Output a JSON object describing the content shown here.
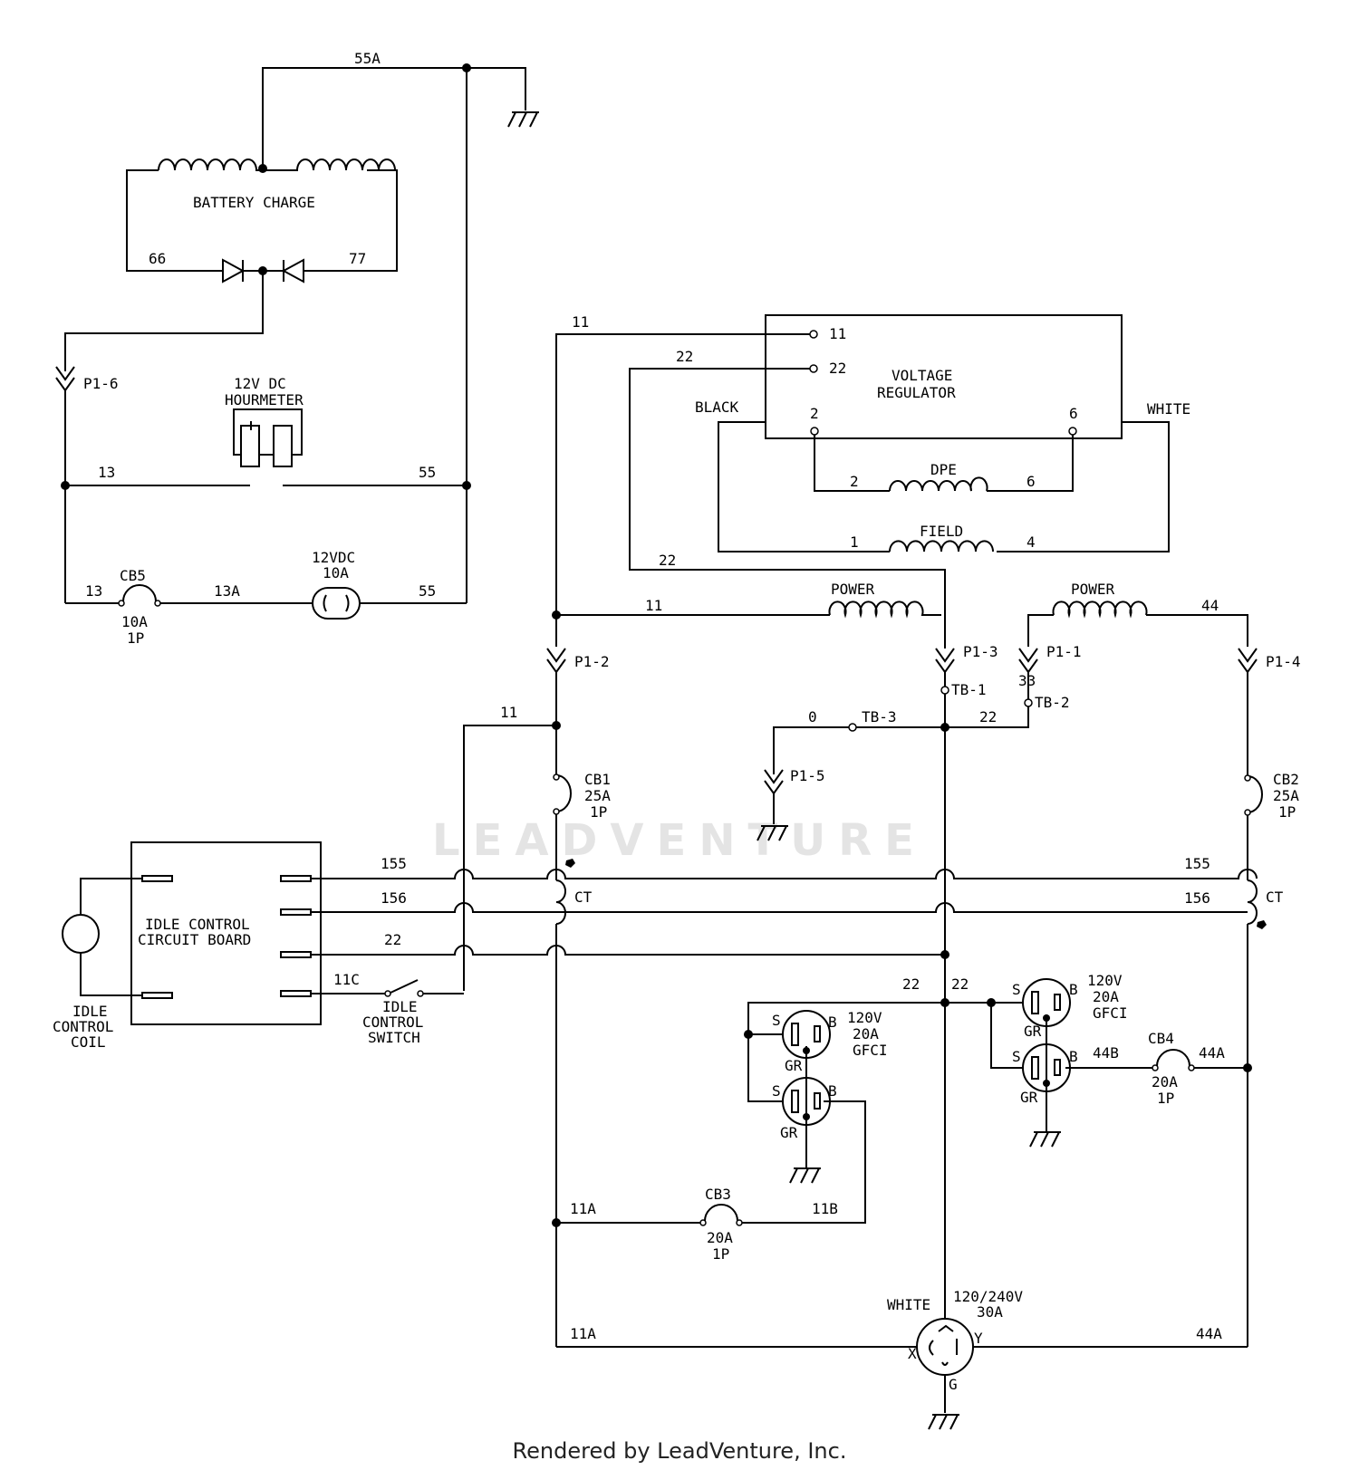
{
  "labels": {
    "w55a": "55A",
    "batt": "BATTERY CHARGE",
    "w66": "66",
    "w77": "77",
    "p16": "P1-6",
    "hm1": "12V DC",
    "hm2": "HOURMETER",
    "w13a": "13",
    "w55b": "55",
    "cb5": "CB5",
    "w13b": "13",
    "w13A": "13A",
    "f1": "12VDC",
    "f2": "10A",
    "w55c": "55",
    "cb5r1": "10A",
    "cb5r2": "1P",
    "w11a": "11",
    "w22a": "22",
    "vr1": "VOLTAGE",
    "vr2": "REGULATOR",
    "t11": "11",
    "t22": "22",
    "t2": "2",
    "t6": "6",
    "black": "BLACK",
    "white": "WHITE",
    "dpe": "DPE",
    "dpe2": "2",
    "dpe6": "6",
    "field": "FIELD",
    "f1n": "1",
    "f4n": "4",
    "w22b": "22",
    "w11b": "11",
    "power1": "POWER",
    "power2": "POWER",
    "w44": "44",
    "p12": "P1-2",
    "p13": "P1-3",
    "p11": "P1-1",
    "p14": "P1-4",
    "tb1": "TB-1",
    "tb2": "TB-2",
    "w33": "33",
    "w0": "0",
    "tb3": "TB-3",
    "w22c": "22",
    "p15": "P1-5",
    "w11c": "11",
    "cb1": "CB1",
    "cb1r": "25A",
    "cb1p": "1P",
    "cb2": "CB2",
    "cb2r": "25A",
    "cb2p": "1P",
    "w155a": "155",
    "w155b": "155",
    "w156a": "156",
    "w156b": "156",
    "ct1": "CT",
    "ct2": "CT",
    "w22d": "22",
    "w11C": "11C",
    "icb1": "IDLE CONTROL",
    "icb2": "CIRCUIT BOARD",
    "ic1": "IDLE",
    "ic2": "CONTROL",
    "ic3": "COIL",
    "is1": "IDLE",
    "is2": "CONTROL",
    "is3": "SWITCH",
    "w22e": "22",
    "w22f": "22",
    "g1a": "120V",
    "g1b": "20A",
    "g1c": "GFCI",
    "g2a": "120V",
    "g2b": "20A",
    "g2c": "GFCI",
    "s1": "S",
    "b1": "B",
    "gr1": "GR",
    "s2": "S",
    "b2": "B",
    "gr2": "GR",
    "s3": "S",
    "b3": "B",
    "gr3": "GR",
    "s4": "S",
    "b4": "B",
    "gr4": "GR",
    "w44B": "44B",
    "cb4": "CB4",
    "w44A": "44A",
    "cb4r": "20A",
    "cb4p": "1P",
    "w11A": "11A",
    "cb3": "CB3",
    "w11B": "11B",
    "cb3r": "20A",
    "cb3p": "1P",
    "white2": "WHITE",
    "r1": "120/240V",
    "r2": "30A",
    "x": "X",
    "y": "Y",
    "g": "G",
    "w11Ab": "11A",
    "w44Ab": "44A"
  },
  "watermark": "LEADVENTURE",
  "footer": "Rendered by LeadVenture, Inc."
}
